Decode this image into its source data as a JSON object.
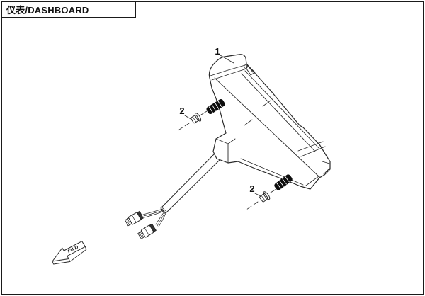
{
  "page": {
    "background": "#ffffff",
    "line_color": "#2a2a2a",
    "stud_fill": "#0d0d0d"
  },
  "title_block": {
    "label": "仪表/DASHBOARD"
  },
  "diagram": {
    "callouts": [
      {
        "ref": "1"
      },
      {
        "ref": "2"
      },
      {
        "ref": "2"
      }
    ],
    "direction_marker": {
      "label": "FWD"
    }
  }
}
